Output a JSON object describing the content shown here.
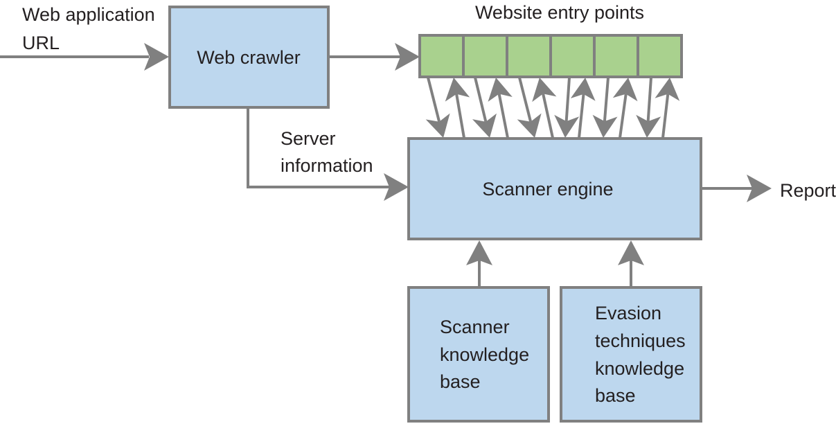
{
  "diagram": {
    "input_label": [
      "Web application",
      "URL"
    ],
    "nodes": {
      "web_crawler": "Web crawler",
      "entry_points_title": "Website entry points",
      "entry_points_count": 6,
      "scanner_engine": "Scanner engine",
      "scanner_kb": [
        "Scanner",
        "knowledge",
        "base"
      ],
      "evasion_kb": [
        "Evasion",
        "techniques",
        "knowledge",
        "base"
      ]
    },
    "edge_labels": {
      "server_info": [
        "Server",
        "information"
      ],
      "output": "Report"
    },
    "edges": [
      {
        "from": "Web application URL",
        "to": "Web crawler"
      },
      {
        "from": "Web crawler",
        "to": "Website entry points"
      },
      {
        "from": "Web crawler",
        "to": "Scanner engine",
        "label": "Server information"
      },
      {
        "from": "Website entry points",
        "to": "Scanner engine",
        "bidirectional": true
      },
      {
        "from": "Scanner knowledge base",
        "to": "Scanner engine"
      },
      {
        "from": "Evasion techniques knowledge base",
        "to": "Scanner engine"
      },
      {
        "from": "Scanner engine",
        "to": "Report"
      }
    ],
    "colors": {
      "box_fill": "#bdd7ee",
      "entry_fill": "#a9d18e",
      "stroke": "#808080",
      "text": "#231f20"
    }
  }
}
